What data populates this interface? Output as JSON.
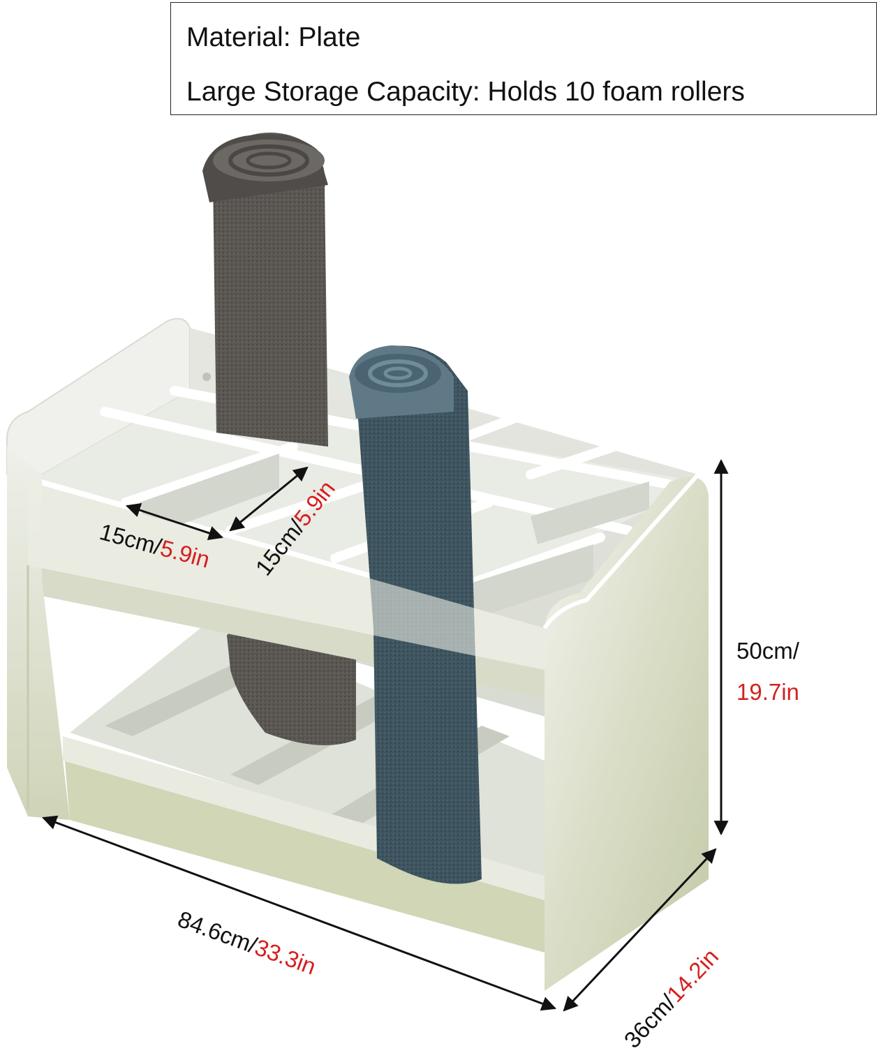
{
  "info": {
    "material": "Material: Plate",
    "capacity": "Large Storage Capacity: Holds 10 foam rollers"
  },
  "dimensions": {
    "slot_width": {
      "cm": "15cm/",
      "in": "5.9in"
    },
    "slot_depth": {
      "cm": "15cm/",
      "in": "5.9in"
    },
    "height": {
      "cm": "50cm/",
      "in": "19.7in"
    },
    "length": {
      "cm": "84.6cm/",
      "in": "33.3in"
    },
    "depth": {
      "cm": "36cm/",
      "in": "14.2in"
    }
  },
  "colors": {
    "panel": "#eef0e8",
    "panel_shade": "#c9cfb0",
    "grey_mat": "#5a5753",
    "blue_mat": "#3f5560",
    "accent_red": "#d61f1f"
  }
}
